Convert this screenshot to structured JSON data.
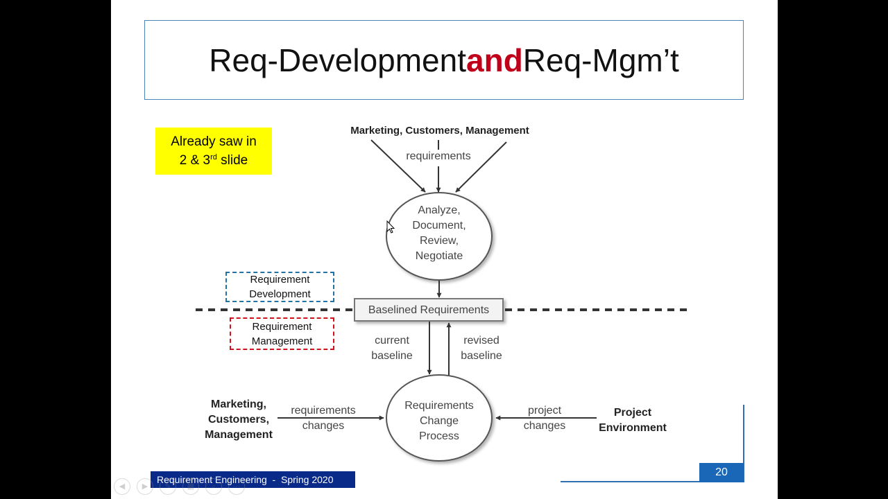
{
  "title": {
    "part1": "Req-Development",
    "emph": "and",
    "part2": "Req-Mgm’t"
  },
  "note": {
    "line1": "Already saw in",
    "line2_pre": "2 & 3",
    "line2_sup": "rd",
    "line2_post": " slide"
  },
  "legend": {
    "dev_line1": "Requirement",
    "dev_line2": "Development",
    "mgmt_line1": "Requirement",
    "mgmt_line2": "Management"
  },
  "diagram": {
    "top_source": "Marketing, Customers, Management",
    "top_flow": "requirements",
    "analyze": [
      "Analyze,",
      "Document,",
      "Review,",
      "Negotiate"
    ],
    "baselined": "Baselined Requirements",
    "current": [
      "current",
      "baseline"
    ],
    "revised": [
      "revised",
      "baseline"
    ],
    "change_process": [
      "Requirements",
      "Change",
      "Process"
    ],
    "left_source": [
      "Marketing,",
      "Customers,",
      "Management"
    ],
    "left_flow": [
      "requirements",
      "changes"
    ],
    "right_flow": [
      "project",
      "changes"
    ],
    "right_source": [
      "Project",
      "Environment"
    ]
  },
  "footer": {
    "course": "Requirement Engineering  -  Spring 2020",
    "page": "20"
  },
  "colors": {
    "title_emphasis": "#c0001a",
    "note_bg": "#ffff00",
    "dev_border": "#2471a3",
    "mgmt_border": "#d0111b",
    "footer_bg": "#0a2a8a",
    "page_bg": "#1b67b7"
  }
}
